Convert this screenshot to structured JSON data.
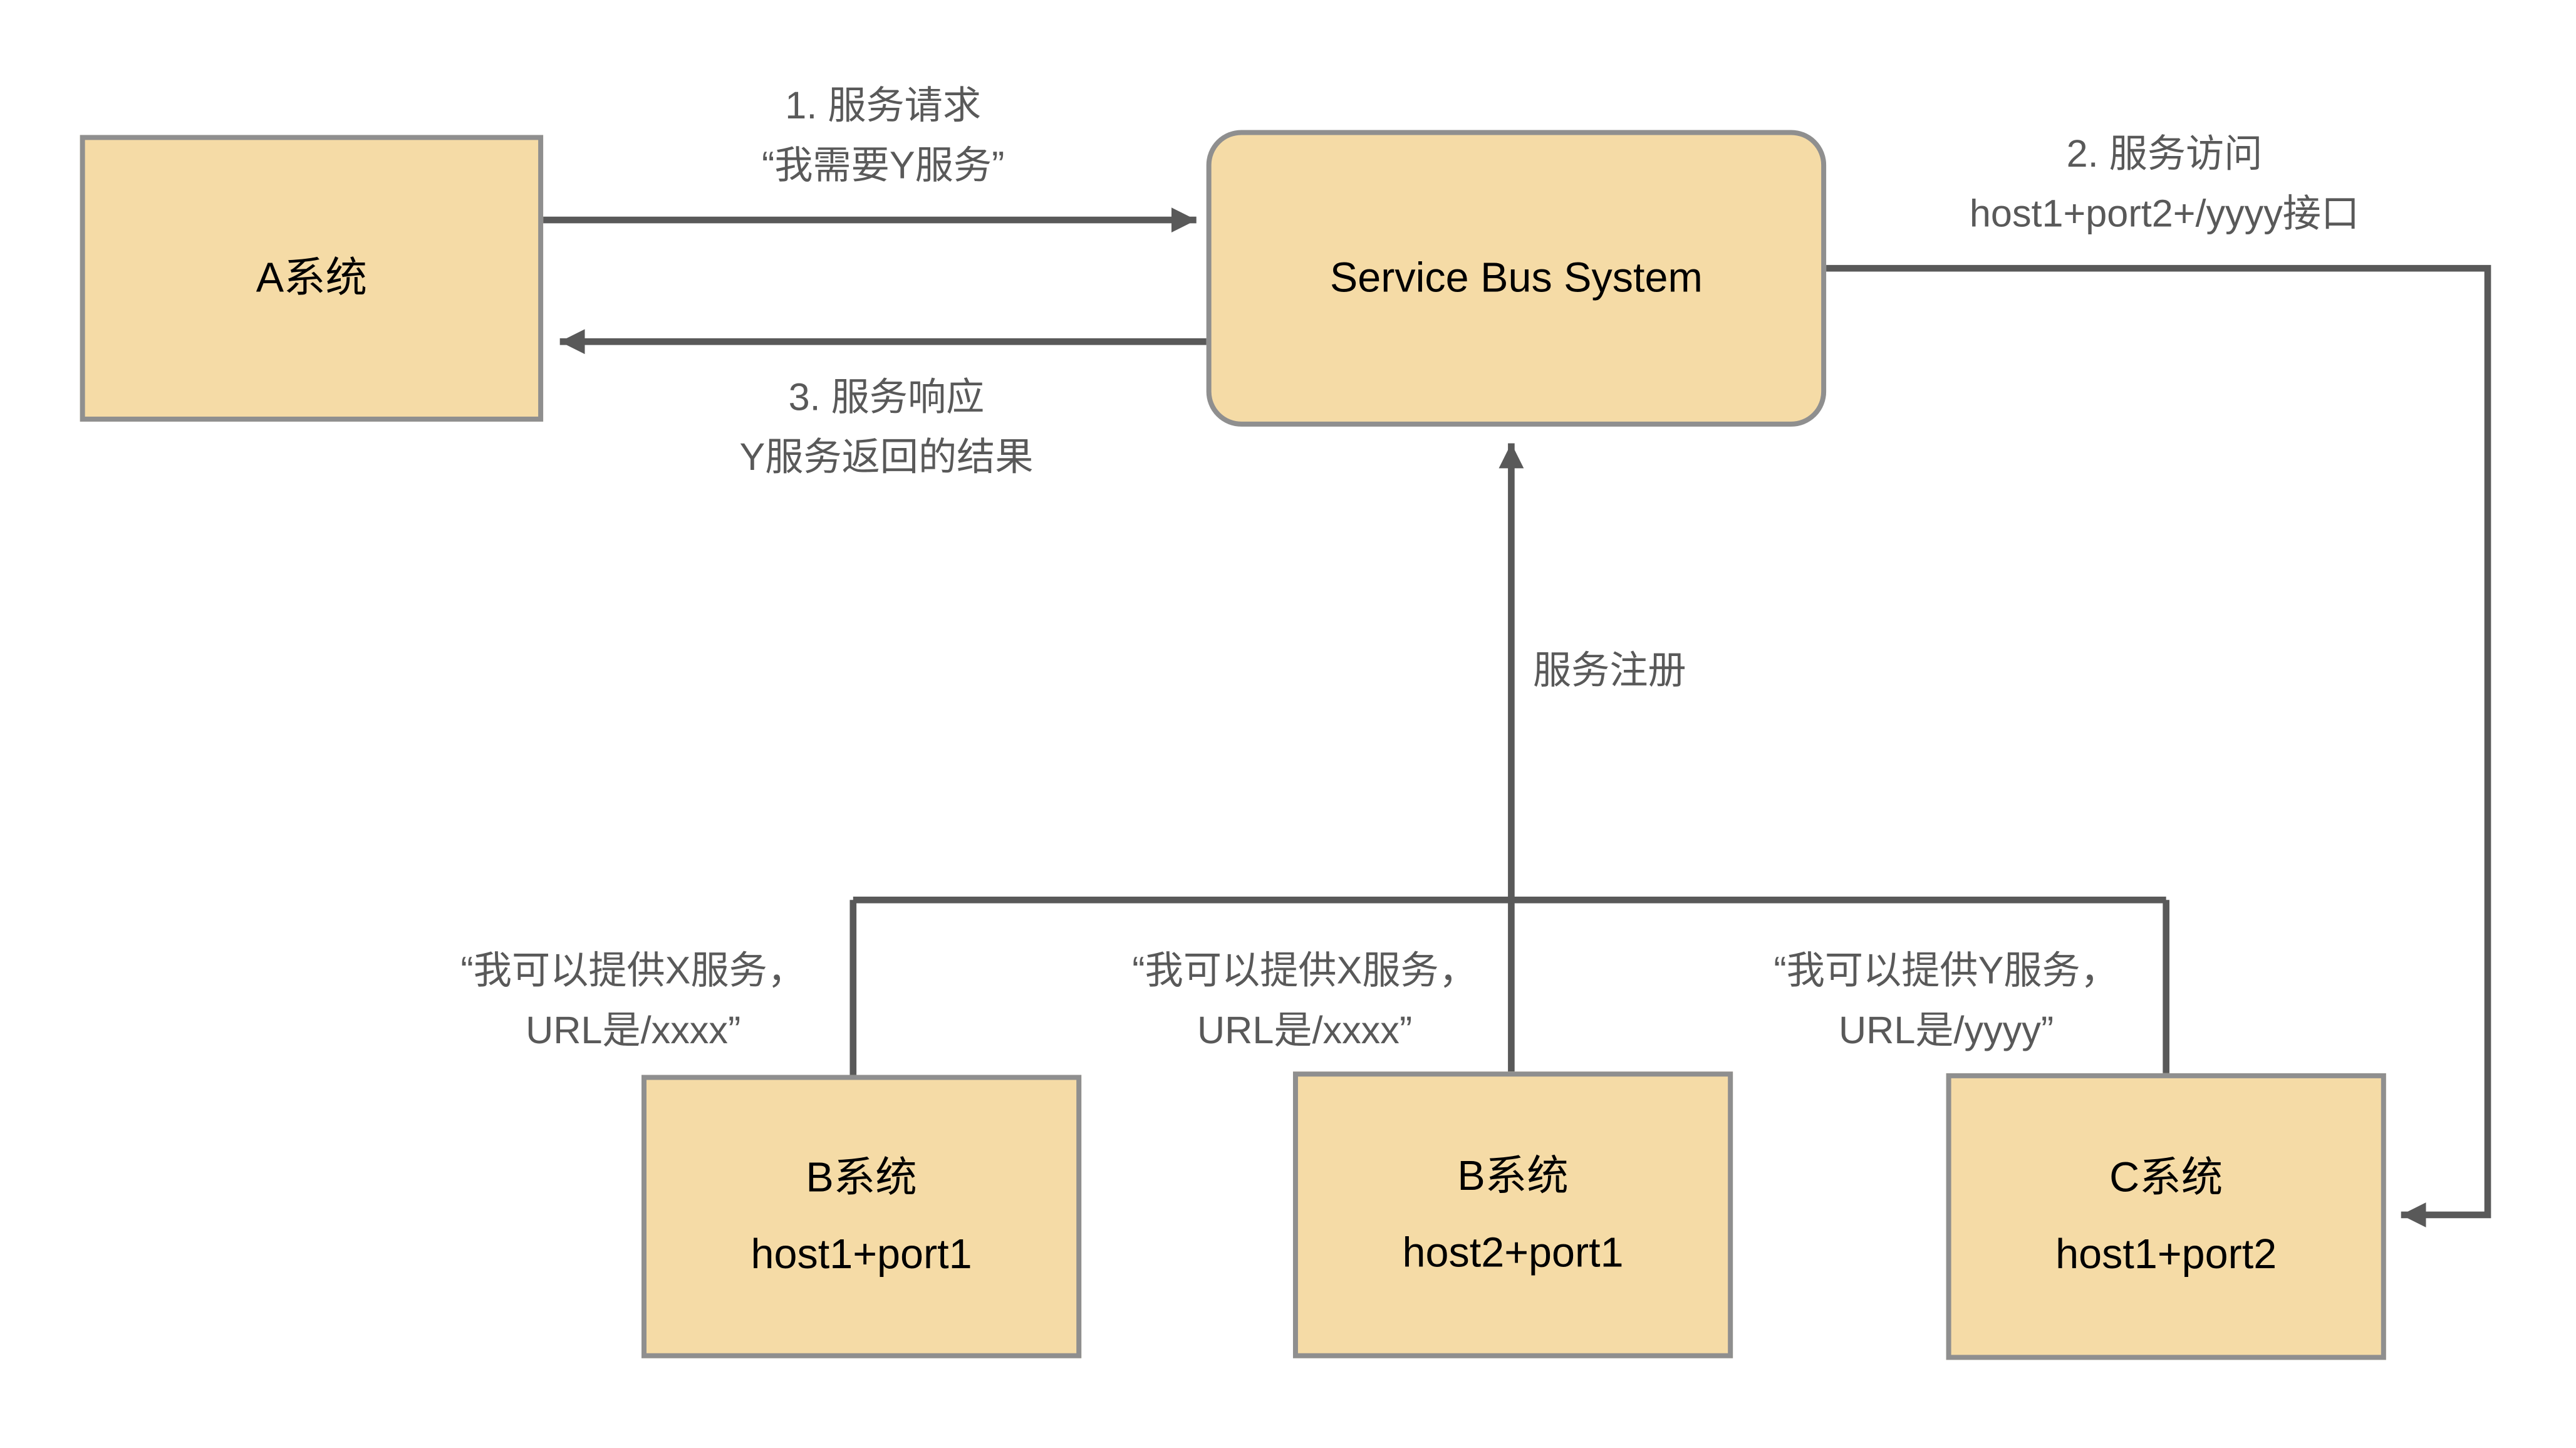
{
  "colors": {
    "box_fill": "#F5DBA6",
    "box_border": "#8F8F8F",
    "line": "#595959",
    "note_text": "#595959",
    "node_text": "#000000",
    "background": "#FFFFFF"
  },
  "nodes": {
    "system_a": {
      "label": "A系统"
    },
    "service_bus": {
      "label": "Service Bus System"
    },
    "system_b1": {
      "line1": "B系统",
      "line2": "host1+port1"
    },
    "system_b2": {
      "line1": "B系统",
      "line2": "host2+port1"
    },
    "system_c": {
      "line1": "C系统",
      "line2": "host1+port2"
    }
  },
  "labels": {
    "request": {
      "line1": "1. 服务请求",
      "line2": "“我需要Y服务”"
    },
    "access": {
      "line1": "2. 服务访问",
      "line2": "host1+port2+/yyyy接口"
    },
    "response": {
      "line1": "3. 服务响应",
      "line2": "Y服务返回的结果"
    },
    "register": {
      "text": "服务注册"
    },
    "offer_b1": {
      "line1": "“我可以提供X服务，",
      "line2": "URL是/xxxx”"
    },
    "offer_b2": {
      "line1": "“我可以提供X服务，",
      "line2": "URL是/xxxx”"
    },
    "offer_c": {
      "line1": "“我可以提供Y服务，",
      "line2": "URL是/yyyy”"
    }
  }
}
